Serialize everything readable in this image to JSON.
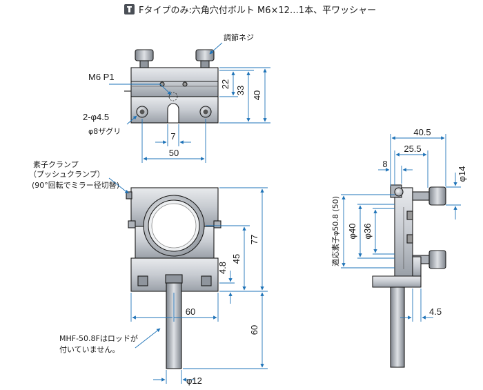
{
  "header": {
    "icon": "info-icon",
    "text": "Fタイプのみ:六角穴付ボルト M6×12…1本、平ワッシャー"
  },
  "labels": {
    "adjust_screw": "調節ネジ",
    "thread": "M6 P1",
    "hole_dia": "2-φ4.5",
    "counterbore": "φ8ザグリ",
    "element_clamp": "素子クランプ",
    "push_clamp": "（プッシュクランプ）",
    "rotate_note": "(90°回転でミラー径切替)",
    "rod_note_line1": "MHF-50.8Fはロッドが",
    "rod_note_line2": "付いていません。",
    "element_dia": "適応素子φ50.8 (50)"
  },
  "dimensions": {
    "top_22": "22",
    "top_33": "33",
    "top_40": "40",
    "top_7": "7",
    "top_50": "50",
    "front_77": "77",
    "front_45": "45",
    "front_48": "4.8",
    "front_60w": "60",
    "front_60h": "60",
    "front_12": "φ12",
    "side_405": "40.5",
    "side_255": "25.5",
    "side_8": "8",
    "side_14": "φ14",
    "side_40": "φ40",
    "side_36": "φ36",
    "side_45": "4.5"
  },
  "colors": {
    "dimension_line": "#1e73b8",
    "body_metal": "#cfd3d8",
    "body_dark": "#5f646b"
  }
}
